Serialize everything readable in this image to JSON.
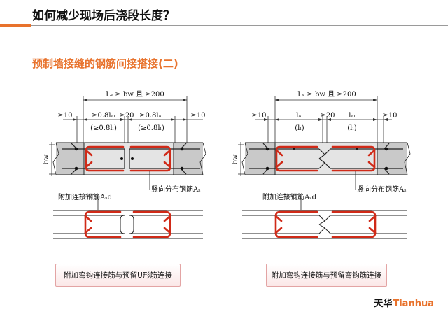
{
  "header": {
    "title": "如何减少现场后浇段长度？",
    "accent_color": "#e8722c"
  },
  "section": {
    "title": "预制墙接缝的钢筋间接搭接(二)"
  },
  "left_diagram": {
    "top_dim": "Lₛ ≥ bw 且 ≥200",
    "dim_edge_left": "≥10",
    "dim_seg_1": "≥0.8lₐₗ",
    "dim_seg_1_alt": "(≥0.8lₗ)",
    "dim_gap": "≥20",
    "dim_seg_2": "≥0.8lₐₗ",
    "dim_seg_2_alt": "(≥0.8lₗ)",
    "dim_edge_right": "≥10",
    "wall_thickness_label": "bw",
    "label_vertical_bar": "竖向分布钢筋Aₛ",
    "label_extra_bar": "附加连接钢筋Aₛd",
    "caption": "附加弯钩连接筋与预留U形筋连接"
  },
  "right_diagram": {
    "top_dim": "Lₛ ≥ bw 且 ≥200",
    "dim_edge_left": "≥10",
    "dim_seg_1": "lₐₗ",
    "dim_seg_1_alt": "(lₗ)",
    "dim_gap": "≥20",
    "dim_seg_2": "lₐₗ",
    "dim_seg_2_alt": "(lₗ)",
    "dim_edge_right": "≥10",
    "wall_thickness_label": "bw",
    "label_vertical_bar": "竖向分布钢筋Aₛ",
    "label_extra_bar": "附加连接钢筋Aₛd",
    "caption": "附加弯钩连接筋与预留弯钩筋连接"
  },
  "brand": {
    "cn": "天华",
    "en": "Tianhua"
  },
  "colors": {
    "accent": "#e8722c",
    "rebar_red": "#d02a18",
    "wall_fill": "#c9c9c9"
  }
}
